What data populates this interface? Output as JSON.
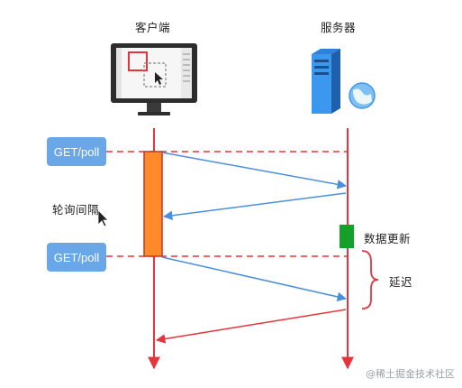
{
  "client": {
    "label": "客户端"
  },
  "server": {
    "label": "服务器"
  },
  "requests": [
    {
      "label": "GET/poll"
    },
    {
      "label": "GET/poll"
    }
  ],
  "labels": {
    "polling_interval": "轮询间隔",
    "data_update": "数据更新",
    "delay": "延迟"
  },
  "watermark": "@稀土掘金技术社区",
  "colors": {
    "lifeline": "#e5343b",
    "arrow": "#4a8fdb",
    "activation": "#ff8a2a",
    "update": "#15a02a",
    "badge": "#6aa7e8"
  }
}
